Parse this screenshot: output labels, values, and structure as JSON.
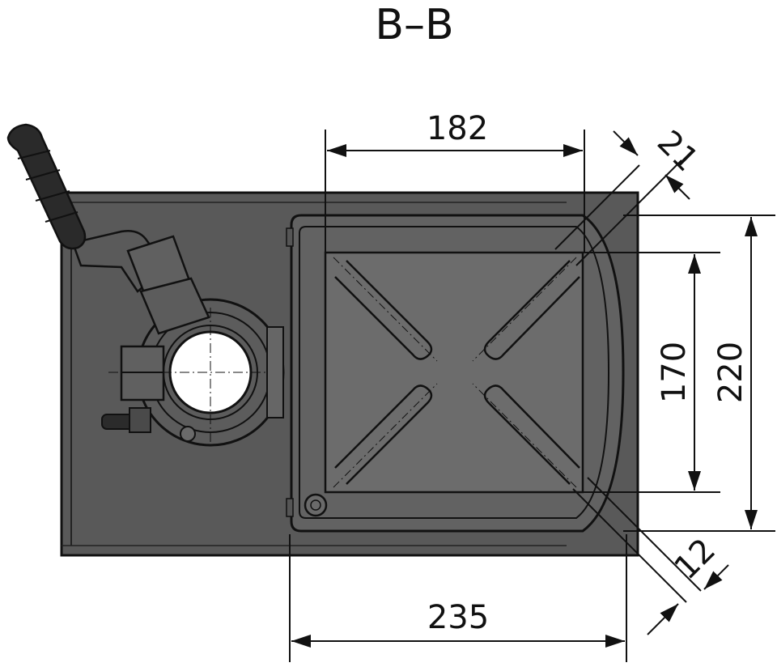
{
  "section_title": "B–B",
  "dimensions": {
    "top_width": "182",
    "bottom_width": "235",
    "inner_height": "170",
    "outer_height": "220",
    "top_offset": "21",
    "bottom_offset": "12"
  },
  "colors": {
    "base_plate": "#5a5a5a",
    "table_body": "#636363",
    "table_inner": "#6f6f6f",
    "handle": "#2b2b2b",
    "outline": "#111111",
    "dimension_line": "#111111"
  }
}
